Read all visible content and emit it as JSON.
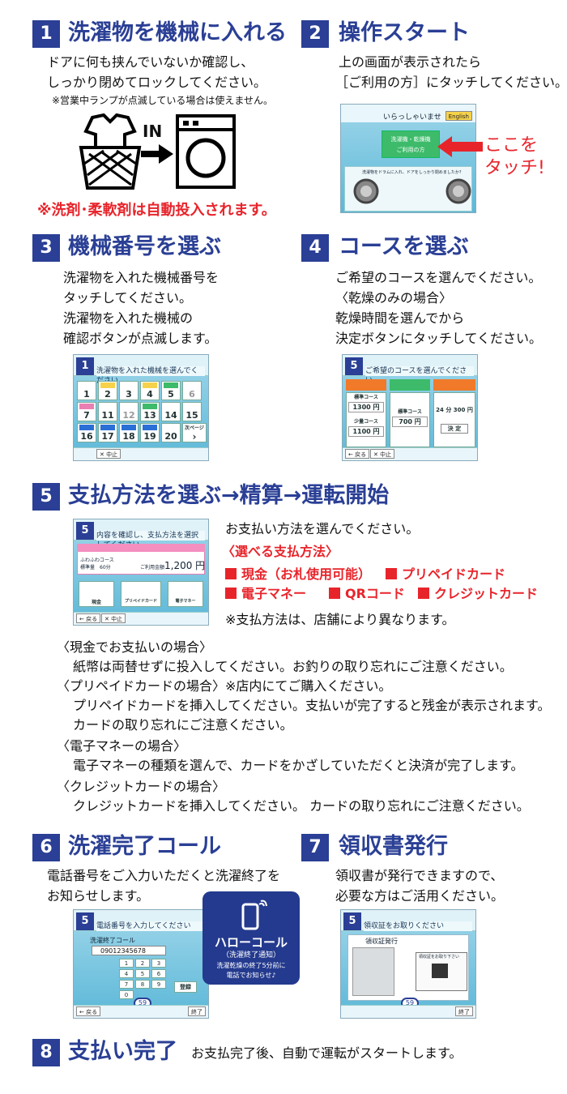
{
  "steps": {
    "s1": {
      "num": "1",
      "title": "洗濯物を機械に入れる",
      "lines": [
        "ドアに何も挟んでいないか確認し、",
        "しっかり閉めてロックしてください。"
      ],
      "note": "※営業中ランプが点滅している場合は使えません。",
      "in_label": "IN",
      "red_note": "※洗剤･柔軟剤は自動投入されます。"
    },
    "s2": {
      "num": "2",
      "title": "操作スタート",
      "lines": [
        "上の画面が表示されたら",
        "［ご利用の方］にタッチしてください。"
      ],
      "callout": [
        "ここを",
        "タッチ!"
      ],
      "screen": {
        "greeting": "いらっしゃいませ",
        "lang": "English",
        "user_btn_1": "洗濯機・乾燥機",
        "user_btn_2": "ご利用の方",
        "info": "洗濯物をドラムに入れ、ドアをしっかり閉めましたか?"
      }
    },
    "s3": {
      "num": "3",
      "title": "機械番号を選ぶ",
      "lines": [
        "洗濯物を入れた機械番号を",
        "タッチしてください。",
        "洗濯物を入れた機械の",
        "確認ボタンが点滅します。"
      ],
      "screen": {
        "num": "1",
        "title": "洗濯物を入れた機械を選んでください",
        "machines": [
          "1",
          "2",
          "3",
          "4",
          "5",
          "6",
          "7",
          "11",
          "12",
          "13",
          "14",
          "15",
          "16",
          "17",
          "18",
          "19",
          "20"
        ],
        "next": "次ページ",
        "cancel": "✕ 中止"
      }
    },
    "s4": {
      "num": "4",
      "title": "コースを選ぶ",
      "lines": [
        "ご希望のコースを選んでください。",
        "〈乾燥のみの場合〉",
        "乾燥時間を選んでから",
        "決定ボタンにタッチしてください。"
      ],
      "screen": {
        "num": "5",
        "title": "ご希望のコースを選んでください",
        "courses": [
          "標準コース",
          "少量コース",
          "標準コース"
        ],
        "prices": [
          "1300 円",
          "1100 円",
          "700 円",
          "300 円"
        ],
        "minutes": "24 分",
        "decide": "決 定",
        "back": "← 戻る",
        "cancel": "✕ 中止"
      }
    },
    "s5": {
      "num": "5",
      "title": "支払方法を選ぶ→精算→運転開始",
      "intro": "お支払い方法を選んでください。",
      "methods_title": "〈選べる支払方法〉",
      "methods": [
        "現金（お札使用可能）",
        "プリペイドカード",
        "電子マネー",
        "QRコード",
        "クレジットカード"
      ],
      "note": "※支払方法は、店舗により異なります。",
      "screen": {
        "num": "5",
        "title": "内容を確認し、支払方法を選択してください",
        "course": "ふわふわコース",
        "course2": "標準量　60分",
        "amount_label": "ご利用金額",
        "amount": "1,200 円",
        "btns": [
          "現金",
          "プリペイドカード",
          "電子マネー"
        ],
        "back": "← 戻る",
        "cancel": "✕ 中止"
      },
      "details": [
        "〈現金でお支払いの場合〉",
        "　紙幣は両替せずに投入してください。お釣りの取り忘れにご注意ください。",
        "〈プリペイドカードの場合〉※店内にてご購入ください。",
        "　プリペイドカードを挿入してください。支払いが完了すると残金が表示されます。",
        "　カードの取り忘れにご注意ください。",
        "〈電子マネーの場合〉",
        "　電子マネーの種類を選んで、カードをかざしていただくと決済が完了します。",
        "〈クレジットカードの場合〉",
        "　クレジットカードを挿入してください。 カードの取り忘れにご注意ください。"
      ]
    },
    "s6": {
      "num": "6",
      "title": "洗濯完了コール",
      "lines": [
        "電話番号をご入力いただくと洗濯終了を",
        "お知らせします。"
      ],
      "screen": {
        "num": "5",
        "title": "電話番号を入力してください",
        "sub": "洗濯終了コール",
        "phone": "09012345678",
        "keys": [
          "1",
          "2",
          "3",
          "4",
          "5",
          "6",
          "7",
          "8",
          "9",
          "0"
        ],
        "register": "登録",
        "timer": "59",
        "back": "← 戻る",
        "done": "終了"
      },
      "badge": {
        "title": "ハローコール",
        "sub": "（洗濯終了通知）",
        "desc_1": "洗濯乾燥の終了5分前に",
        "desc_2": "電話でお知らせ♪"
      }
    },
    "s7": {
      "num": "7",
      "title": "領収書発行",
      "lines": [
        "領収書が発行できますので、",
        "必要な方はご活用ください。"
      ],
      "screen": {
        "num": "5",
        "title": "領収証をお取りください",
        "sub": "領収証発行",
        "callout": "領収証をお取り下さい",
        "timer": "59",
        "done": "終了"
      }
    },
    "s8": {
      "num": "8",
      "title": "支払い完了",
      "line": "お支払完了後、自動で運転がスタートします。"
    }
  },
  "colors": {
    "navy": "#2a3f95",
    "red": "#e8242b",
    "screen": "#5cb8d8"
  }
}
